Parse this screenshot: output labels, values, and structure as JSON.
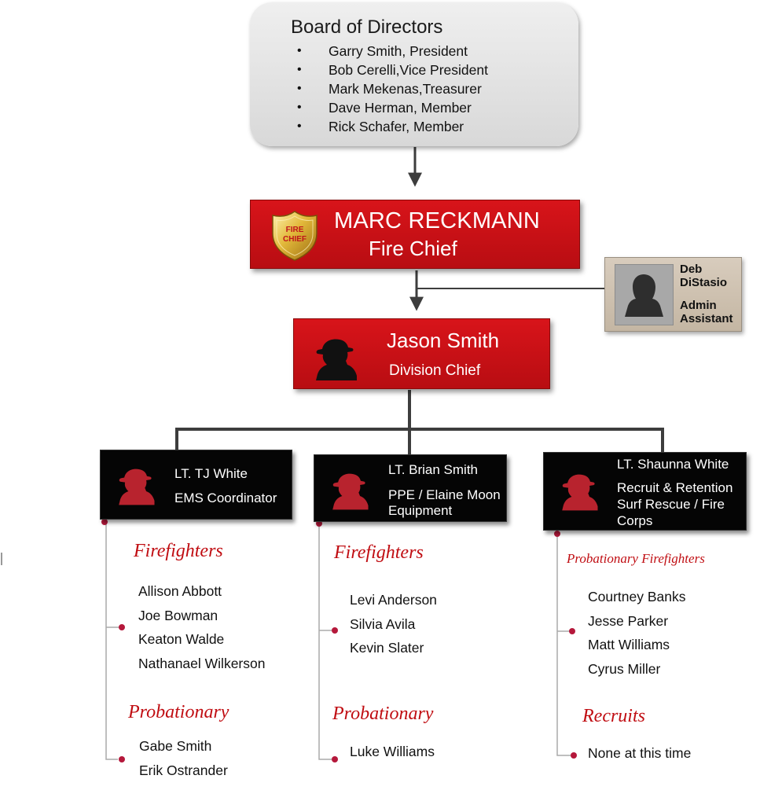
{
  "board": {
    "title": "Board of Directors",
    "members": [
      "Garry Smith, President",
      "Bob Cerelli,Vice President",
      "Mark Mekenas,Treasurer",
      "Dave Herman, Member",
      "Rick Schafer, Member"
    ]
  },
  "fire_chief": {
    "name": "MARC RECKMANN",
    "title": "Fire Chief",
    "badge_text_1": "FIRE",
    "badge_text_2": "CHIEF"
  },
  "admin": {
    "name": "Deb DiStasio",
    "role": "Admin Assistant"
  },
  "division_chief": {
    "name": "Jason Smith",
    "title": "Division Chief"
  },
  "lieutenants": [
    {
      "name": "LT. TJ White",
      "role_lines": [
        "EMS Coordinator"
      ],
      "groups": [
        {
          "heading": "Firefighters",
          "members": [
            "Allison Abbott",
            "Joe Bowman",
            "Keaton Walde",
            "Nathanael Wilkerson"
          ]
        },
        {
          "heading": "Probationary",
          "members": [
            "Gabe Smith",
            "Erik Ostrander"
          ]
        }
      ]
    },
    {
      "name": "LT. Brian Smith",
      "role_lines": [
        "PPE / Elaine Moon",
        "Equipment"
      ],
      "groups": [
        {
          "heading": "Firefighters",
          "members": [
            "Levi Anderson",
            "Silvia Avila",
            "Kevin Slater"
          ]
        },
        {
          "heading": "Probationary",
          "members": [
            "Luke Williams"
          ]
        }
      ]
    },
    {
      "name": "LT. Shaunna White",
      "role_lines": [
        "Recruit & Retention",
        "Surf Rescue / Fire",
        "Corps"
      ],
      "groups": [
        {
          "heading": "Probationary Firefighters",
          "members": [
            "Courtney Banks",
            "Jesse Parker",
            "Matt Williams",
            "Cyrus Miller"
          ]
        },
        {
          "heading": "Recruits",
          "members": [
            "None at this time"
          ]
        }
      ]
    }
  ],
  "colors": {
    "chief_red": "#c8101a",
    "section_red": "#c00d12",
    "connector": "#3d3d3d",
    "bullet": "#b5183b",
    "board_gray": "#e0e0e0",
    "admin_tan": "#cfc2b0"
  },
  "icons": {
    "chief": "fire-chief-badge-icon",
    "admin": "person-silhouette-icon",
    "division_chief": "firefighter-silhouette-icon",
    "lieutenant": "firefighter-silhouette-icon"
  }
}
